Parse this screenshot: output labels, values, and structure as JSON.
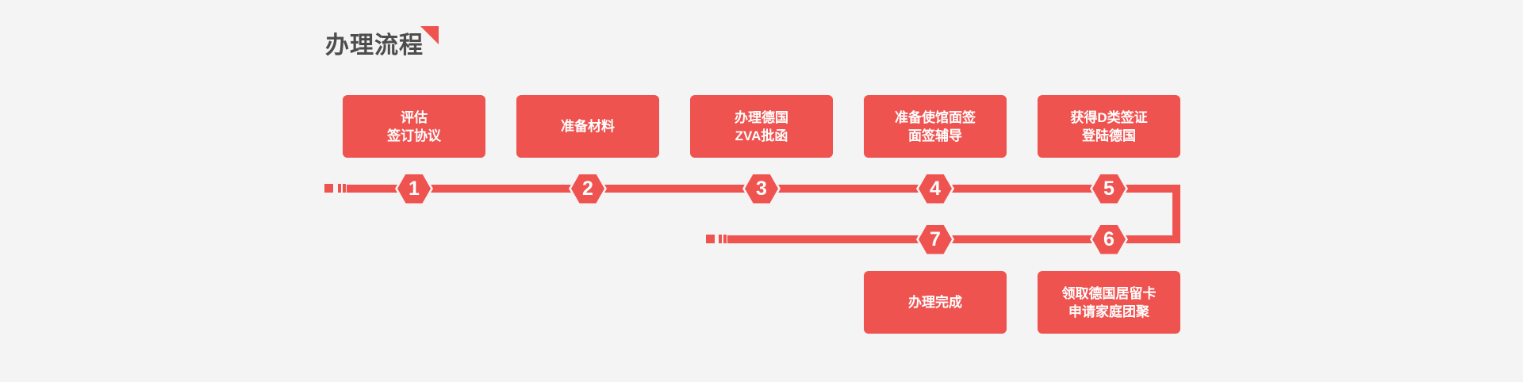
{
  "page": {
    "title": "办理流程",
    "background": "#f4f4f4"
  },
  "colors": {
    "accent": "#ef5350",
    "title_text": "#4d4d4d",
    "card_text": "#ffffff"
  },
  "flow": {
    "steps": [
      {
        "num": "1",
        "line1": "评估",
        "line2": "签订协议"
      },
      {
        "num": "2",
        "line1": "准备材料",
        "line2": ""
      },
      {
        "num": "3",
        "line1": "办理德国",
        "line2": "ZVA批函"
      },
      {
        "num": "4",
        "line1": "准备使馆面签",
        "line2": "面签辅导"
      },
      {
        "num": "5",
        "line1": "获得D类签证",
        "line2": "登陆德国"
      },
      {
        "num": "6",
        "line1": "领取德国居留卡",
        "line2": "申请家庭团聚"
      },
      {
        "num": "7",
        "line1": "办理完成",
        "line2": ""
      }
    ]
  }
}
